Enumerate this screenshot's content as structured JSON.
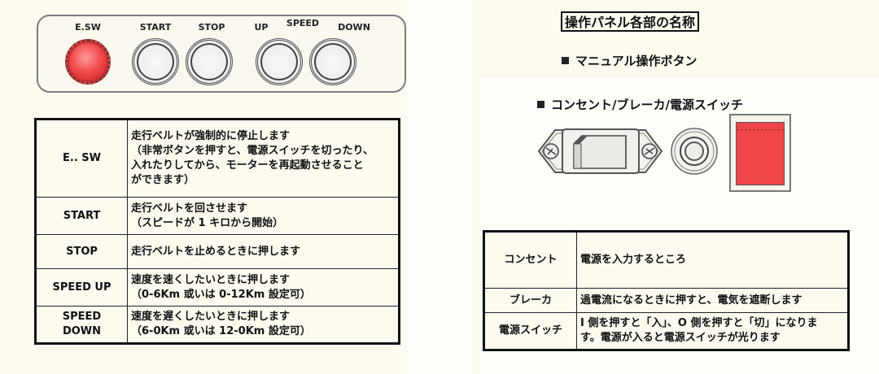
{
  "left_panel": {
    "buttons": [
      {
        "label": "E.SW",
        "color": "#e83a3a"
      },
      {
        "label": "START",
        "color": "#eeeeee"
      },
      {
        "label": "STOP",
        "color": "#eeeeee"
      },
      {
        "label": "UP",
        "color": "#eeeeee"
      },
      {
        "label": "DOWN",
        "color": "#eeeeee"
      }
    ],
    "speed_label": "SPEED"
  },
  "left_table": {
    "rows": [
      {
        "key": "E.. SW",
        "lines": [
          "走行ベルトが強制的に停止します",
          "（非常ボタンを押すと、電源スイッチを切ったり、",
          "入れたりしてから、モーターを再起動させること",
          "ができます）"
        ]
      },
      {
        "key": "START",
        "lines": [
          "走行ベルトを回させます",
          "（スピードが 1 キロから開始）"
        ]
      },
      {
        "key": "STOP",
        "lines": [
          "走行ベルトを止めるときに押します"
        ]
      },
      {
        "key": "SPEED UP",
        "lines": [
          "速度を速くしたいときに押します",
          "（0-6Km 或いは 0-12Km 設定可）"
        ]
      },
      {
        "key_lines": [
          "SPEED",
          "DOWN"
        ],
        "lines": [
          "速度を遅くしたいときに押します",
          "（6-0Km 或いは 12-0Km 設定可）"
        ]
      }
    ]
  },
  "right": {
    "title": "操作パネル各部の名称",
    "heading_manual": "マニュアル操作ボタン",
    "heading_power": "コンセント/ブレーカ/電源スイッチ",
    "switch_color": "#f0464a"
  },
  "right_table": {
    "rows": [
      {
        "key": "コンセント",
        "lines": [
          "電源を入力するところ"
        ]
      },
      {
        "key": "ブレーカ",
        "lines": [
          "過電流になるときに押すと、電気を遮断します"
        ]
      },
      {
        "key": "電源スイッチ",
        "lines": [
          "I 側を押すと「入」、O 側を押すと「切」になりま",
          "す。電源が入ると電源スイッチが光ります"
        ]
      }
    ]
  }
}
